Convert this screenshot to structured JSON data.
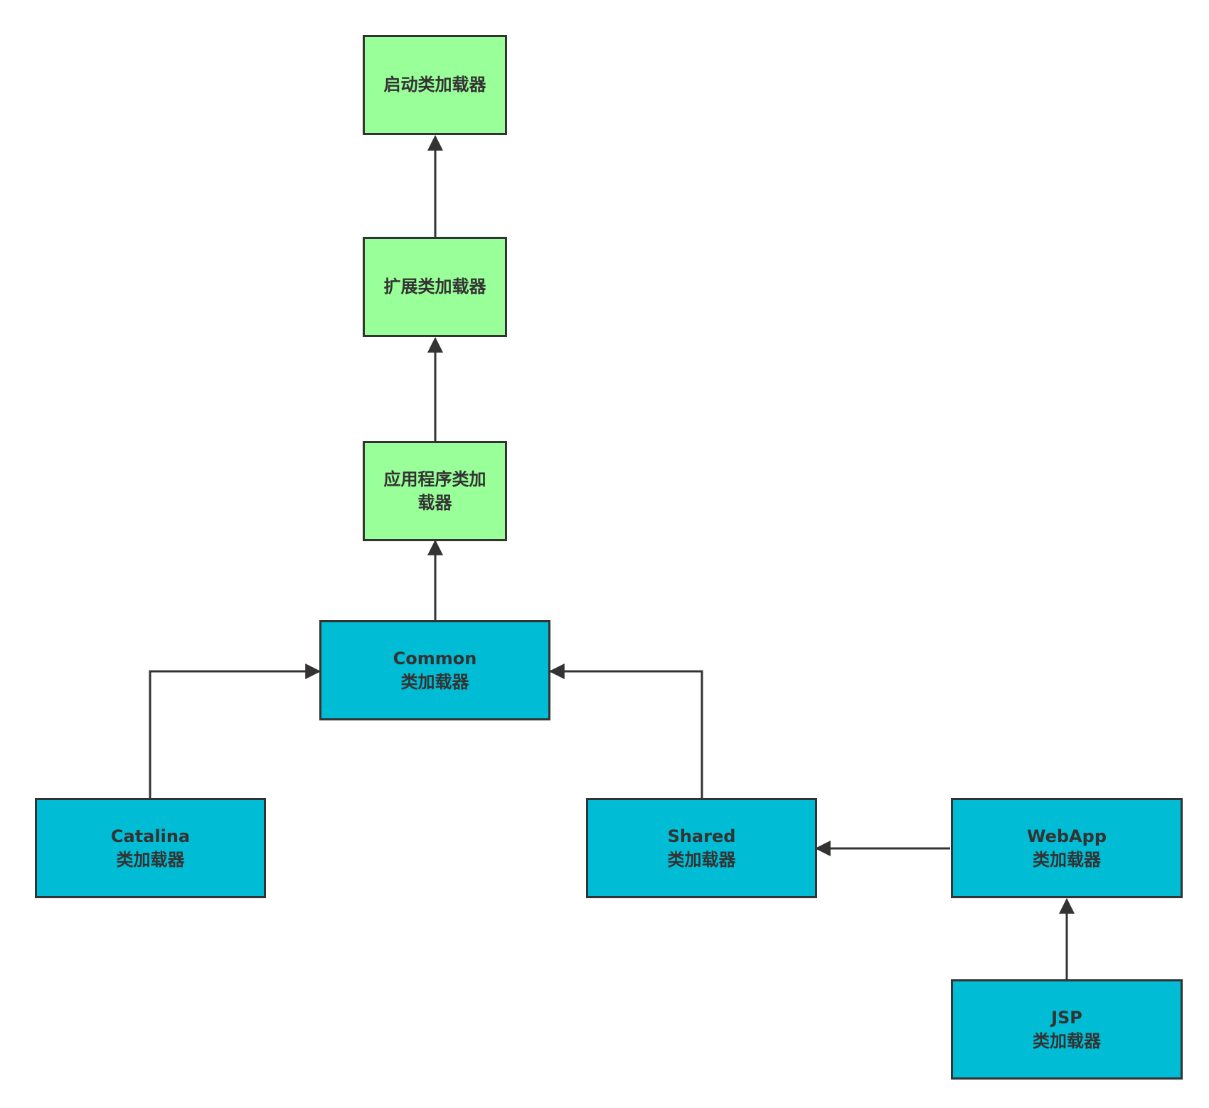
{
  "colors": {
    "green_fill": "#99ff99",
    "blue_fill": "#00bcd4",
    "stroke": "#333333",
    "text": "#333333"
  },
  "nodes": {
    "bootstrap": {
      "label": "启动类加载器"
    },
    "extension": {
      "label": "扩展类加载器"
    },
    "application": {
      "label": "应用程序类加载器"
    },
    "common": {
      "line1": "Common",
      "line2": "类加载器"
    },
    "catalina": {
      "line1": "Catalina",
      "line2": "类加载器"
    },
    "shared": {
      "line1": "Shared",
      "line2": "类加载器"
    },
    "webapp": {
      "line1": "WebApp",
      "line2": "类加载器"
    },
    "jsp": {
      "line1": "JSP",
      "line2": "类加载器"
    }
  },
  "edges": [
    {
      "from": "extension",
      "to": "bootstrap"
    },
    {
      "from": "application",
      "to": "extension"
    },
    {
      "from": "common",
      "to": "application"
    },
    {
      "from": "catalina",
      "to": "common"
    },
    {
      "from": "shared",
      "to": "common"
    },
    {
      "from": "webapp",
      "to": "shared"
    },
    {
      "from": "jsp",
      "to": "webapp"
    }
  ]
}
